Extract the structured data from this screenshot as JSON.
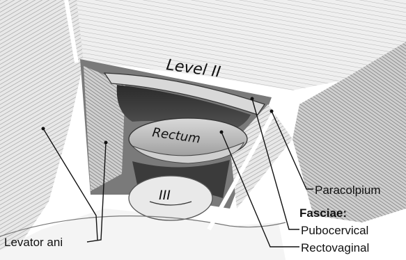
{
  "labels": {
    "level_ii": "Level II",
    "rectum": "Rectum",
    "level_iii": "III",
    "paracolpium": "Paracolpium",
    "fasciae_heading": "Fasciae:",
    "pubocervical": "Pubocervical",
    "rectovaginal": "Rectovaginal",
    "levator_ani": "Levator ani"
  },
  "colors": {
    "ink": "#111111",
    "tissue_light": "#e6e6e6",
    "tissue_mid": "#b8b8b8",
    "tissue_dark": "#4a4a4a",
    "cavity": "#1e1e1e"
  }
}
